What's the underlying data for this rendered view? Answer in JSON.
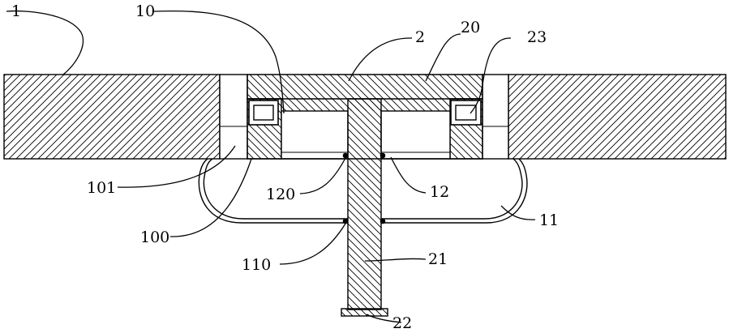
{
  "labels": {
    "l1": "1",
    "l10": "10",
    "l2": "2",
    "l20": "20",
    "l23": "23",
    "l101": "101",
    "l120": "120",
    "l12": "12",
    "l11": "11",
    "l100": "100",
    "l110": "110",
    "l21": "21",
    "l22": "22"
  }
}
